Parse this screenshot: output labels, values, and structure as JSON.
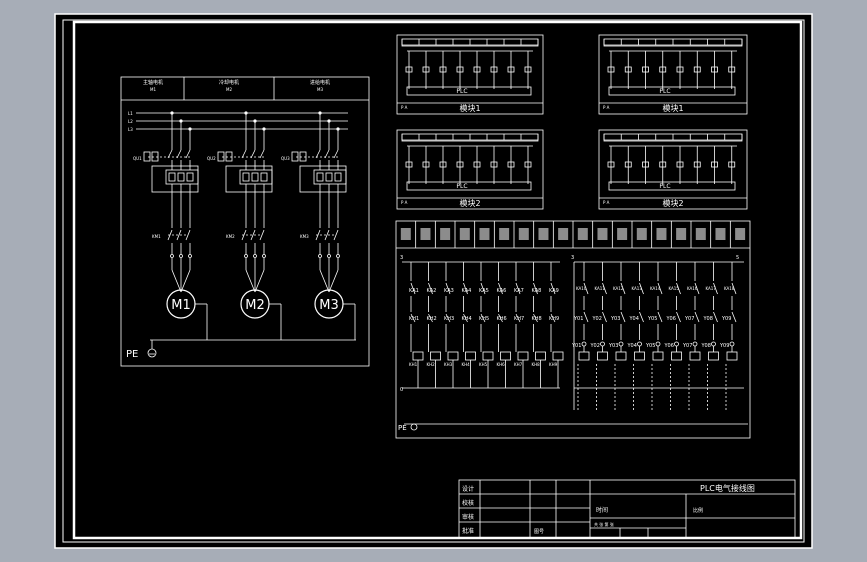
{
  "drawing": {
    "motor_circuit": {
      "header_labels": [
        "主轴电机",
        "冷却电机",
        "进给电机"
      ],
      "header_sublabels": [
        "M1",
        "M2",
        "M3"
      ],
      "bus_labels": [
        "L1",
        "L2",
        "L3"
      ],
      "breaker_labels": [
        "QU1",
        "QU2",
        "QU3"
      ],
      "contactor_labels": [
        "KM1",
        "KM2",
        "KM3"
      ],
      "motor_labels": [
        "M1",
        "M2",
        "M3"
      ],
      "pe_label": "PE"
    },
    "plc_modules": [
      {
        "plc": "PLC",
        "caption": "模块1",
        "left_tag": "P A"
      },
      {
        "plc": "PLC",
        "caption": "模块1",
        "left_tag": "P A"
      },
      {
        "plc": "PLC",
        "caption": "模块2",
        "left_tag": "P A"
      },
      {
        "plc": "PLC",
        "caption": "模块2",
        "left_tag": "P A"
      }
    ],
    "control_circuit": {
      "left_numbers": [
        "3",
        "0"
      ],
      "right_numbers": [
        "3",
        "5"
      ],
      "ka_row1": [
        "KA1",
        "KA2",
        "KA3",
        "KA4",
        "KA5",
        "KA6",
        "KA7",
        "KA8",
        "KA9"
      ],
      "ka_row2": [
        "KH1",
        "KH2",
        "KH3",
        "KH4",
        "KH5",
        "KH6",
        "KH7",
        "KH8",
        "KH9"
      ],
      "ka_row3": [
        "KH1",
        "KH2",
        "KH3",
        "KH4",
        "KH5",
        "KH6",
        "KH7",
        "KH8",
        "KH9"
      ],
      "right_row1": [
        "KA10",
        "KA11",
        "KA12",
        "KA13",
        "KA14",
        "KA15",
        "KA16",
        "KA17",
        "KA18"
      ],
      "right_row2": [
        "Y01",
        "Y02",
        "Y03",
        "Y04",
        "Y05",
        "Y06",
        "Y07",
        "Y08",
        "Y09"
      ],
      "right_row3": [
        "Y01",
        "Y02",
        "Y03",
        "Y04",
        "Y05",
        "Y06",
        "Y07",
        "Y08",
        "Y09"
      ],
      "pe_label": "PE"
    },
    "title_block": {
      "title": "PLC电气接线图",
      "rows": [
        "设计",
        "校核",
        "审核",
        "批准"
      ],
      "time_label": "时间",
      "scale_label": "比例",
      "sheet_label": "共 张 第 张",
      "fig_no": "图号"
    }
  }
}
